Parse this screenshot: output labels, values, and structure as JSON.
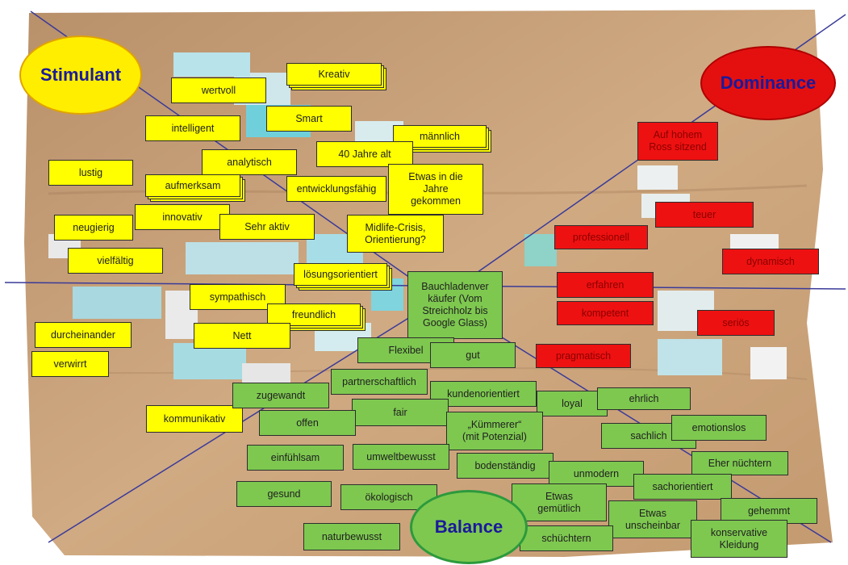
{
  "colors": {
    "yellow": "#ffff00",
    "green": "#7ec850",
    "red": "#ee1111",
    "axis_line": "#3a3a9a",
    "paper": "#c9a27a"
  },
  "ellipses": {
    "stimulant": "Stimulant",
    "dominance": "Dominance",
    "balance": "Balance"
  },
  "yellow_cards": {
    "kreativ": "Kreativ",
    "wertvoll": "wertvoll",
    "smart": "Smart",
    "intelligent": "intelligent",
    "maennlich": "männlich",
    "vierzig": "40 Jahre alt",
    "analytisch": "analytisch",
    "lustig": "lustig",
    "aufmerksam": "aufmerksam",
    "entwicklungsfaehig": "entwicklungsfähig",
    "etwas_jahre": "Etwas in die\nJahre\ngekommen",
    "innovativ": "innovativ",
    "neugierig": "neugierig",
    "sehr_aktiv": "Sehr aktiv",
    "midlife": "Midlife-Crisis,\nOrientierung?",
    "vielfaeltig": "vielfältig",
    "loesungsorientiert": "lösungsorientiert",
    "sympathisch": "sympathisch",
    "freundlich": "freundlich",
    "nett": "Nett",
    "durcheinander": "durcheinander",
    "verwirrt": "verwirrt",
    "kommunikativ": "kommunikativ"
  },
  "red_cards": {
    "hohem_ross": "Auf hohem\nRoss sitzend",
    "teuer": "teuer",
    "professionell": "professionell",
    "dynamisch": "dynamisch",
    "erfahren": "erfahren",
    "kompetent": "kompetent",
    "serioes": "seriös",
    "pragmatisch": "pragmatisch"
  },
  "green_cards": {
    "bauchladen": "Bauchladenver\nkäufer (Vom\nStreichholz bis\nGoogle Glass)",
    "flexibel": "Flexibel",
    "gut": "gut",
    "partnerschaftlich": "partnerschaftlich",
    "kundenorientiert": "kundenorientiert",
    "zugewandt": "zugewandt",
    "loyal": "loyal",
    "ehrlich": "ehrlich",
    "fair": "fair",
    "offen": "offen",
    "kuemmerer": "„Kümmerer“\n(mit Potenzial)",
    "sachlich": "sachlich",
    "emotionslos": "emotionslos",
    "einfuehlsam": "einfühlsam",
    "umweltbewusst": "umweltbewusst",
    "bodenstaendig": "bodenständig",
    "eher_nuechtern": "Eher nüchtern",
    "unmodern": "unmodern",
    "sachorientiert": "sachorientiert",
    "gesund": "gesund",
    "oekologisch": "ökologisch",
    "etwas_gemuetlich": "Etwas\ngemütlich",
    "etwas_unscheinbar": "Etwas\nunscheinbar",
    "gehemmt": "gehemmt",
    "naturbewusst": "naturbewusst",
    "schuechtern": "schüchtern",
    "konservative": "konservative\nKleidung"
  }
}
